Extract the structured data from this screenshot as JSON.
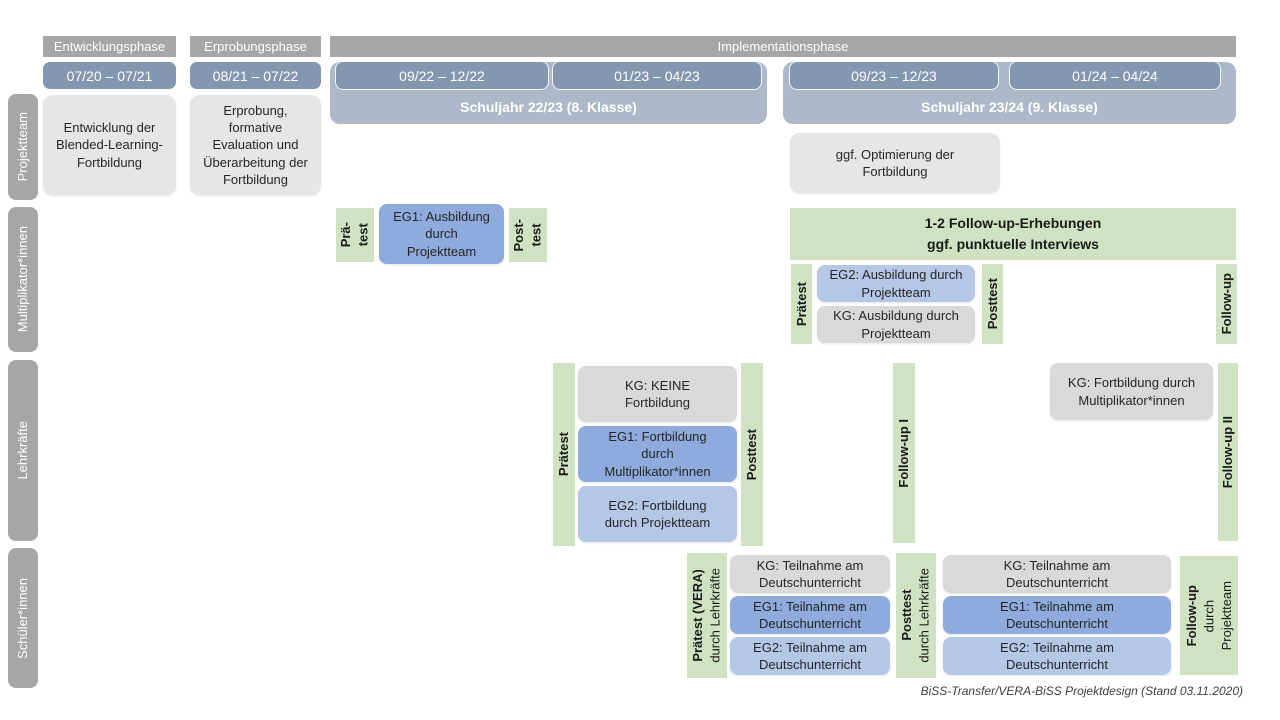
{
  "colors": {
    "bar_gray": "#a6a6a6",
    "date_blue": "#8497b0",
    "year_blue": "#adb9ca",
    "box_gray": "#e7e6e6",
    "kg_gray": "#d9d9d9",
    "eg1_blue": "#8faadc",
    "eg2_blue": "#b4c7e7",
    "green": "#cfe2c1"
  },
  "phases": {
    "dev": {
      "label": "Entwicklungsphase",
      "date": "07/20 – 07/21"
    },
    "pilot": {
      "label": "Erprobungsphase",
      "date": "08/21 – 07/22"
    },
    "impl": {
      "label": "Implementationsphase",
      "dates": [
        "09/22 – 12/22",
        "01/23 – 04/23",
        "09/23 – 12/23",
        "01/24 – 04/24"
      ],
      "year1": "Schuljahr 22/23 (8. Klasse)",
      "year2": "Schuljahr 23/24 (9. Klasse)"
    }
  },
  "sidebar": {
    "rows": [
      {
        "label": "Projektteam"
      },
      {
        "label": "Multiplikator*innen"
      },
      {
        "label": "Lehrkräfte"
      },
      {
        "label": "Schüler*innen"
      }
    ]
  },
  "projektteam": {
    "development": "Entwicklung der Blended-Learning-Fortbildung",
    "evaluation": "Erprobung, formative Evaluation und Überarbeitung der Fortbildung",
    "optimierung": "ggf. Optimierung der Fortbildung"
  },
  "multiplikatoren": {
    "praetest1": {
      "line1": "Prä-",
      "line2": "test"
    },
    "eg1": "EG1: Ausbildung durch Projektteam",
    "posttest1": {
      "line1": "Post-",
      "line2": "test"
    },
    "banner": {
      "line1": "1-2 Follow-up-Erhebungen",
      "line2": "ggf. punktuelle Interviews"
    },
    "praetest2": "Prätest",
    "eg2": "EG2: Ausbildung durch Projektteam",
    "kg": "KG: Ausbildung durch Projektteam",
    "posttest2": "Posttest",
    "followup": "Follow-up"
  },
  "lehrkraefte": {
    "praetest": "Prätest",
    "kg": "KG: KEINE Fortbildung",
    "eg1": "EG1: Fortbildung durch Multiplikator*innen",
    "eg2": "EG2: Fortbildung durch Projektteam",
    "posttest": "Posttest",
    "followup1": "Follow-up I",
    "kg2": "KG: Fortbildung durch Multiplikator*innen",
    "followup2": "Follow-up II"
  },
  "schueler": {
    "praetest": {
      "main": "Prätest (VERA)",
      "sub": "durch Lehrkräfte"
    },
    "group1": {
      "kg": "KG: Teilnahme am Deutschunterricht",
      "eg1": "EG1: Teilnahme am Deutschunterricht",
      "eg2": "EG2: Teilnahme am Deutschunterricht"
    },
    "posttest": {
      "main": "Posttest",
      "sub": "durch Lehrkräfte"
    },
    "group2": {
      "kg": "KG: Teilnahme am Deutschunterricht",
      "eg1": "EG1: Teilnahme am Deutschunterricht",
      "eg2": "EG2: Teilnahme am Deutschunterricht"
    },
    "followup": {
      "main": "Follow-up",
      "sub1": "durch",
      "sub2": "Projektteam"
    }
  },
  "footer": {
    "caption": "BiSS-Transfer/VERA-BiSS Projektdesign (Stand 03.11.2020)"
  }
}
